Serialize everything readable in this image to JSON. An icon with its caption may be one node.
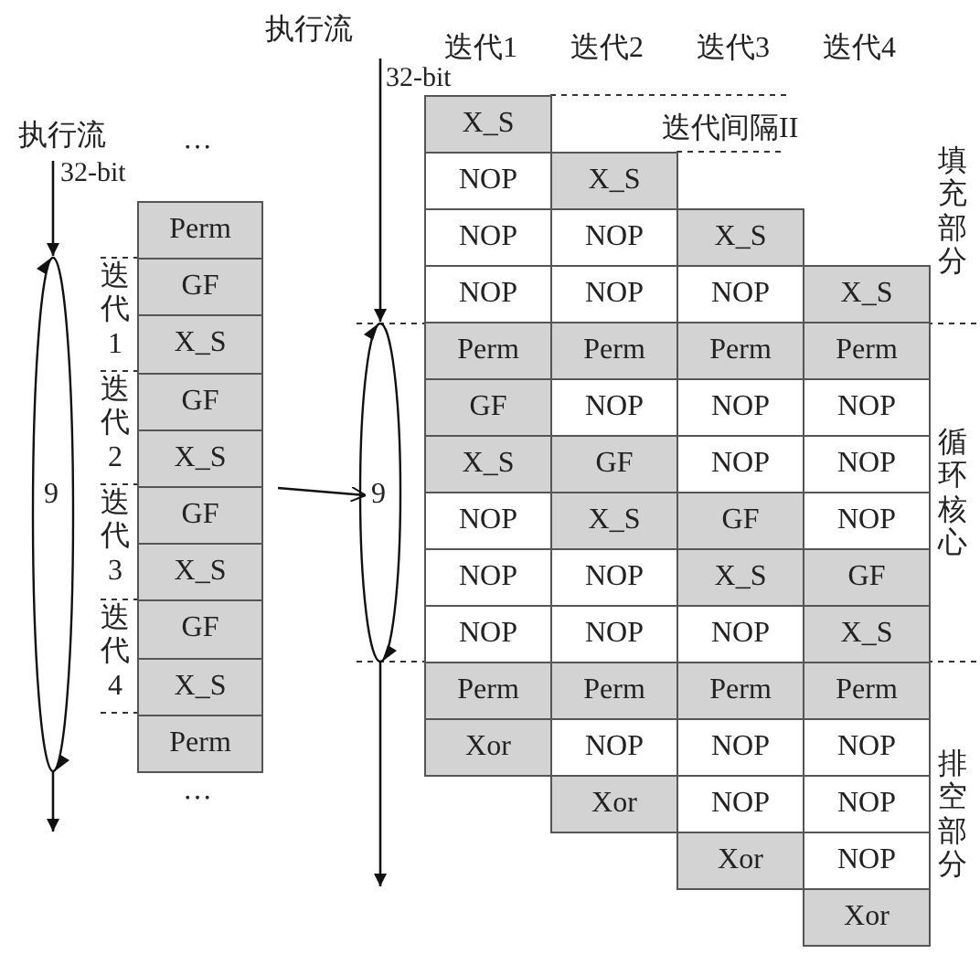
{
  "diagram": {
    "nodes": [
      {
        "text": [
          "Perm"
        ]
      },
      {
        "text": [
          "GF"
        ]
      },
      {
        "text": [
          "X_S"
        ]
      },
      {
        "text": [
          "GF"
        ]
      },
      {
        "text": [
          "X_S"
        ]
      },
      {
        "text": [
          "GF"
        ]
      },
      {
        "text": [
          "X_S"
        ]
      },
      {
        "text": [
          "GF"
        ]
      },
      {
        "text": [
          "X_S"
        ]
      },
      {
        "text": [
          "Perm"
        ]
      },
      {
        "text": [
          "X_S"
        ]
      },
      {
        "text": [
          "NOP"
        ]
      },
      {
        "text": [
          "X_S"
        ]
      },
      {
        "text": [
          "NOP"
        ]
      },
      {
        "text": [
          "NOP"
        ]
      },
      {
        "text": [
          "X_S"
        ]
      },
      {
        "text": [
          "NOP"
        ]
      },
      {
        "text": [
          "NOP"
        ]
      },
      {
        "text": [
          "NOP"
        ]
      },
      {
        "text": [
          "X_S"
        ]
      },
      {
        "text": [
          "Perm"
        ]
      },
      {
        "text": [
          "Perm"
        ]
      },
      {
        "text": [
          "Perm"
        ]
      },
      {
        "text": [
          "Perm"
        ]
      },
      {
        "text": [
          "GF"
        ]
      },
      {
        "text": [
          "NOP"
        ]
      },
      {
        "text": [
          "NOP"
        ]
      },
      {
        "text": [
          "NOP"
        ]
      },
      {
        "text": [
          "X_S"
        ]
      },
      {
        "text": [
          "GF"
        ]
      },
      {
        "text": [
          "NOP"
        ]
      },
      {
        "text": [
          "NOP"
        ]
      },
      {
        "text": [
          "NOP"
        ]
      },
      {
        "text": [
          "X_S"
        ]
      },
      {
        "text": [
          "GF"
        ]
      },
      {
        "text": [
          "NOP"
        ]
      },
      {
        "text": [
          "NOP"
        ]
      },
      {
        "text": [
          "NOP"
        ]
      },
      {
        "text": [
          "X_S"
        ]
      },
      {
        "text": [
          "GF"
        ]
      },
      {
        "text": [
          "NOP"
        ]
      },
      {
        "text": [
          "NOP"
        ]
      },
      {
        "text": [
          "NOP"
        ]
      },
      {
        "text": [
          "X_S"
        ]
      },
      {
        "text": [
          "Perm"
        ]
      },
      {
        "text": [
          "Perm"
        ]
      },
      {
        "text": [
          "Perm"
        ]
      },
      {
        "text": [
          "Perm"
        ]
      },
      {
        "text": [
          "Xor"
        ]
      },
      {
        "text": [
          "NOP"
        ]
      },
      {
        "text": [
          "NOP"
        ]
      },
      {
        "text": [
          "NOP"
        ]
      },
      {
        "text": [
          "Xor"
        ]
      },
      {
        "text": [
          "NOP"
        ]
      },
      {
        "text": [
          "NOP"
        ]
      },
      {
        "text": [
          "Xor"
        ]
      },
      {
        "text": [
          "NOP"
        ]
      },
      {
        "text": [
          "Xor"
        ]
      },
      {
        "text": [
          "9"
        ]
      }
    ],
    "edges": [
      {
        "from": 5,
        "to": 58,
        "arrow": "to"
      }
    ],
    "labels": [
      "执行流",
      "32-bit",
      "…",
      "迭代1",
      "迭代2",
      "迭代3",
      "迭代4",
      "9",
      "…",
      "执行流",
      "迭代1",
      "迭代2",
      "迭代3",
      "迭代4",
      "32-bit",
      "迭代间隔II",
      "填充部分",
      "循环核心",
      "排空部分"
    ]
  }
}
